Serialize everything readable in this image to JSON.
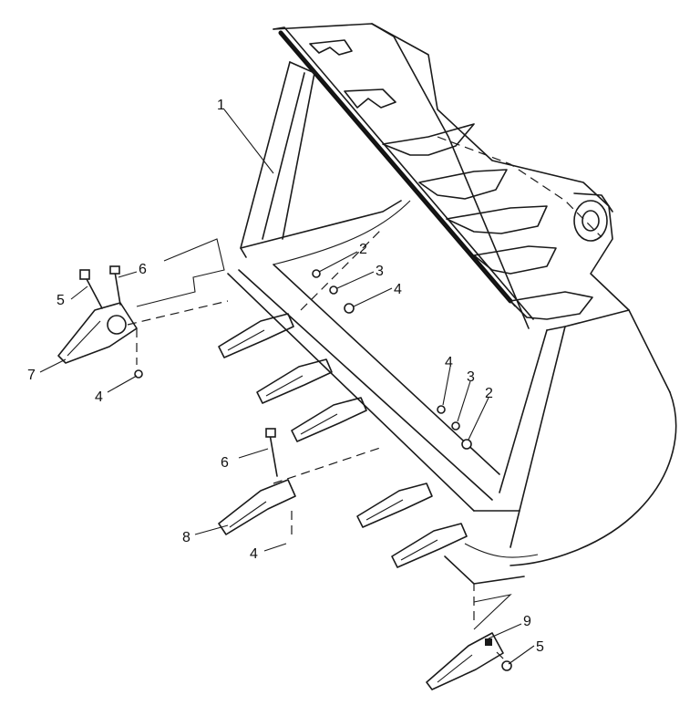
{
  "callouts": [
    {
      "id": "c1",
      "label": "1"
    },
    {
      "id": "c2a",
      "label": "2"
    },
    {
      "id": "c3a",
      "label": "3"
    },
    {
      "id": "c4a",
      "label": "4"
    },
    {
      "id": "c5a",
      "label": "5"
    },
    {
      "id": "c6a",
      "label": "6"
    },
    {
      "id": "c7",
      "label": "7"
    },
    {
      "id": "c4b",
      "label": "4"
    },
    {
      "id": "c4c",
      "label": "4"
    },
    {
      "id": "c3b",
      "label": "3"
    },
    {
      "id": "c2b",
      "label": "2"
    },
    {
      "id": "c6b",
      "label": "6"
    },
    {
      "id": "c8",
      "label": "8"
    },
    {
      "id": "c4d",
      "label": "4"
    },
    {
      "id": "c9",
      "label": "9"
    },
    {
      "id": "c5b",
      "label": "5"
    }
  ],
  "colors": {
    "line": "#1a1a1a",
    "background": "#ffffff"
  }
}
